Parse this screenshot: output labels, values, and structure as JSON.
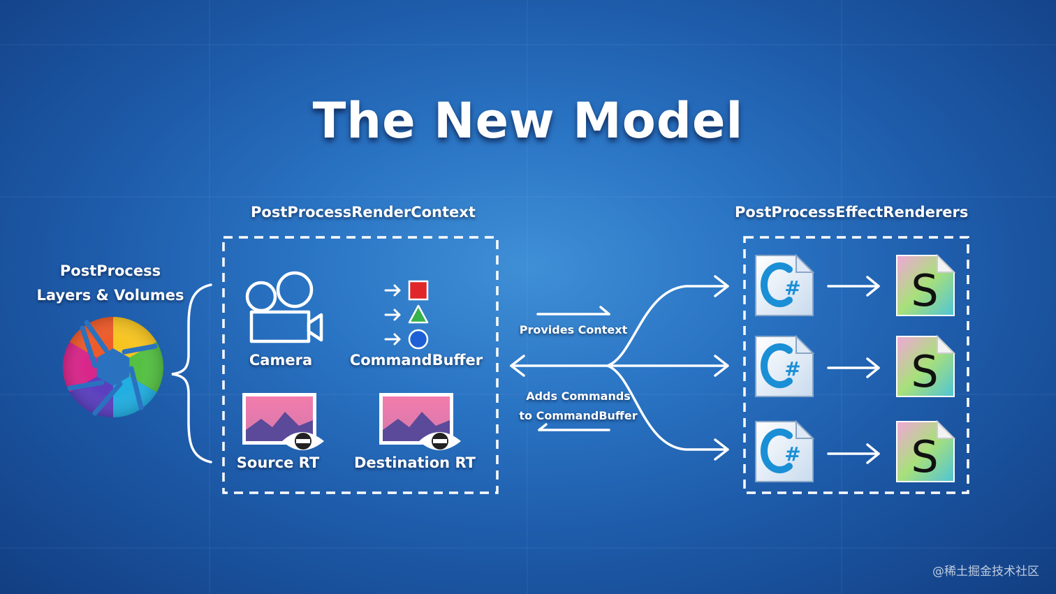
{
  "title": "The New Model",
  "context_header": "PostProcessRenderContext",
  "renderers_header": "PostProcessEffectRenderers",
  "layers_label_line1": "PostProcess",
  "layers_label_line2": "Layers & Volumes",
  "camera_label": "Camera",
  "commandbuffer_label": "CommandBuffer",
  "source_rt_label": "Source RT",
  "destination_rt_label": "Destination RT",
  "provides_context_label": "Provides Context",
  "adds_commands_line1": "Adds Commands",
  "adds_commands_line2": "to CommandBuffer",
  "csharp_glyph": "#",
  "shader_glyph": "S",
  "watermark": "@稀土掘金技术社区",
  "colors": {
    "background": "#2a74c4",
    "command_square": "#e0262a",
    "command_triangle": "#37b24d",
    "command_circle": "#1f5fd6",
    "csharp_accent": "#1a8fd6"
  },
  "icons": [
    "aperture-icon",
    "camera-icon",
    "command-buffer-icon",
    "render-texture-icon",
    "csharp-file-icon",
    "shader-file-icon"
  ]
}
